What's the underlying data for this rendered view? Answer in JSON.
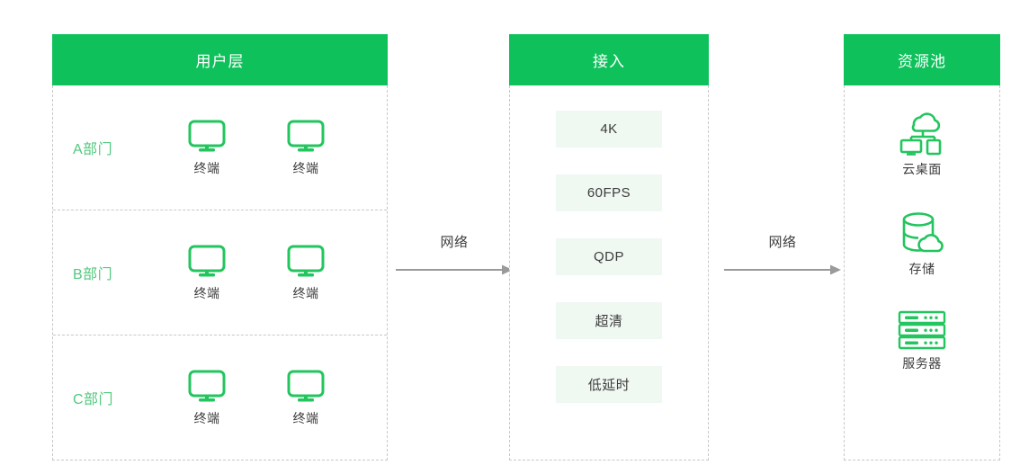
{
  "diagram": {
    "theme": {
      "header_green": "#0ec15b",
      "icon_green": "#22c55e",
      "label_green": "#52c97e",
      "chip_background": "#f0f8f2",
      "text_dark": "#3d3d3d",
      "dashed_border": "#c8c8c8",
      "arrow_gray": "#9a9a9a"
    },
    "columns": {
      "users": {
        "header": "用户层",
        "departments": [
          {
            "label": "A部门",
            "terminals": [
              {
                "caption": "终端",
                "icon": "monitor-icon"
              },
              {
                "caption": "终端",
                "icon": "monitor-icon"
              }
            ]
          },
          {
            "label": "B部门",
            "terminals": [
              {
                "caption": "终端",
                "icon": "monitor-icon"
              },
              {
                "caption": "终端",
                "icon": "monitor-icon"
              }
            ]
          },
          {
            "label": "C部门",
            "terminals": [
              {
                "caption": "终端",
                "icon": "monitor-icon"
              },
              {
                "caption": "终端",
                "icon": "monitor-icon"
              }
            ]
          }
        ]
      },
      "access": {
        "header": "接入",
        "chips": [
          "4K",
          "60FPS",
          "QDP",
          "超清",
          "低延时"
        ]
      },
      "resources": {
        "header": "资源池",
        "items": [
          {
            "caption": "云桌面",
            "icon": "cloud-desktop-icon"
          },
          {
            "caption": "存储",
            "icon": "cloud-storage-icon"
          },
          {
            "caption": "服务器",
            "icon": "server-rack-icon"
          }
        ]
      }
    },
    "connectors": [
      {
        "label": "网络",
        "icon": "arrow-right-icon"
      },
      {
        "label": "网络",
        "icon": "arrow-right-icon"
      }
    ]
  }
}
